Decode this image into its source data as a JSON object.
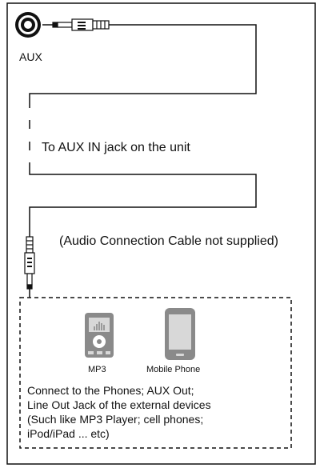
{
  "aux_label": "AUX",
  "connection_label": "To AUX IN jack on the unit",
  "cable_note": "(Audio Connection Cable not supplied)",
  "devices": {
    "mp3_label": "MP3",
    "phone_label": "Mobile Phone"
  },
  "description_lines": [
    "Connect to the Phones; AUX Out;",
    "Line Out Jack of the external devices",
    "(Such like MP3 Player; cell phones;",
    "iPod/iPad ... etc)"
  ],
  "colors": {
    "line": "#111111",
    "device_fill": "#8a8a8a",
    "device_screen": "#d8d8d8"
  }
}
